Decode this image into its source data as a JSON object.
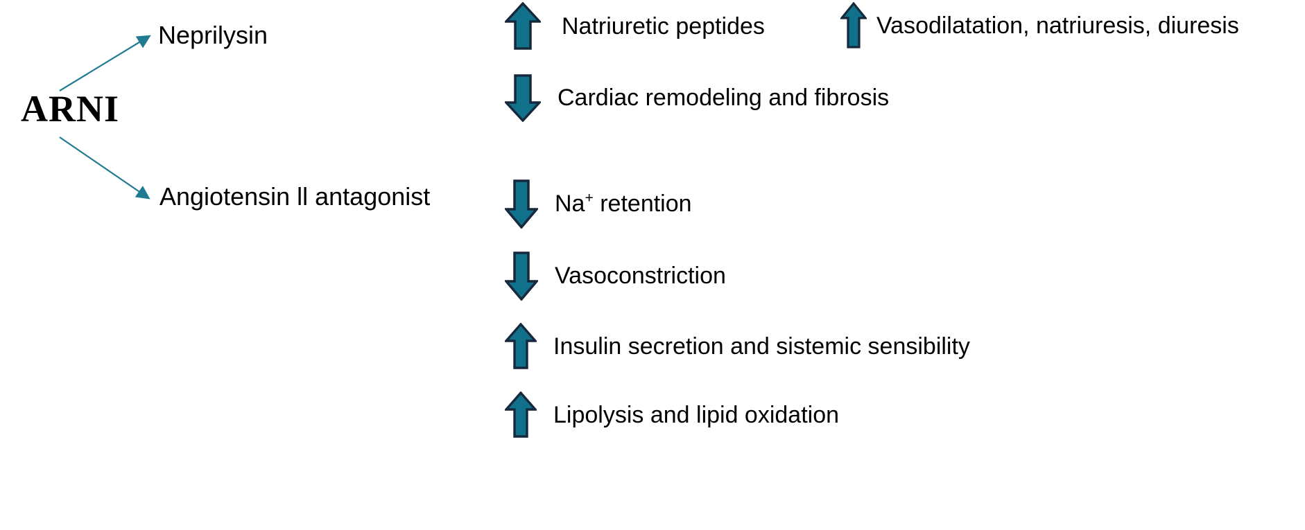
{
  "colors": {
    "arrow_fill": "#12718A",
    "arrow_stroke": "#16283C",
    "connector": "#1F7A92",
    "text": "#000000",
    "background": "#FFFFFF"
  },
  "root": {
    "label": "ARNI"
  },
  "branches": [
    {
      "id": "neprilysin",
      "label": "Neprilysin"
    },
    {
      "id": "angiotensin",
      "label": "Angiotensin ll antagonist"
    }
  ],
  "effects": [
    {
      "id": "natriuretic-peptides",
      "direction": "up",
      "arrow_icon": "arrow-up-icon",
      "label": "Natriuretic peptides",
      "branch": "neprilysin"
    },
    {
      "id": "vasodilatation",
      "direction": "up",
      "arrow_icon": "arrow-up-icon",
      "label": "Vasodilatation, natriuresis, diuresis",
      "branch": "neprilysin"
    },
    {
      "id": "cardiac-remodeling",
      "direction": "down",
      "arrow_icon": "arrow-down-icon",
      "label": "Cardiac remodeling and fibrosis",
      "branch": "neprilysin"
    },
    {
      "id": "na-retention",
      "direction": "down",
      "arrow_icon": "arrow-down-icon",
      "label_prefix": "Na",
      "label_sup": "+",
      "label_suffix": " retention",
      "label": "Na+ retention",
      "branch": "angiotensin"
    },
    {
      "id": "vasoconstriction",
      "direction": "down",
      "arrow_icon": "arrow-down-icon",
      "label": "Vasoconstriction",
      "branch": "angiotensin"
    },
    {
      "id": "insulin-secretion",
      "direction": "up",
      "arrow_icon": "arrow-up-icon",
      "label": "Insulin secretion and sistemic sensibility",
      "branch": "angiotensin"
    },
    {
      "id": "lipolysis",
      "direction": "up",
      "arrow_icon": "arrow-up-icon",
      "label": "Lipolysis and lipid oxidation",
      "branch": "angiotensin"
    }
  ]
}
